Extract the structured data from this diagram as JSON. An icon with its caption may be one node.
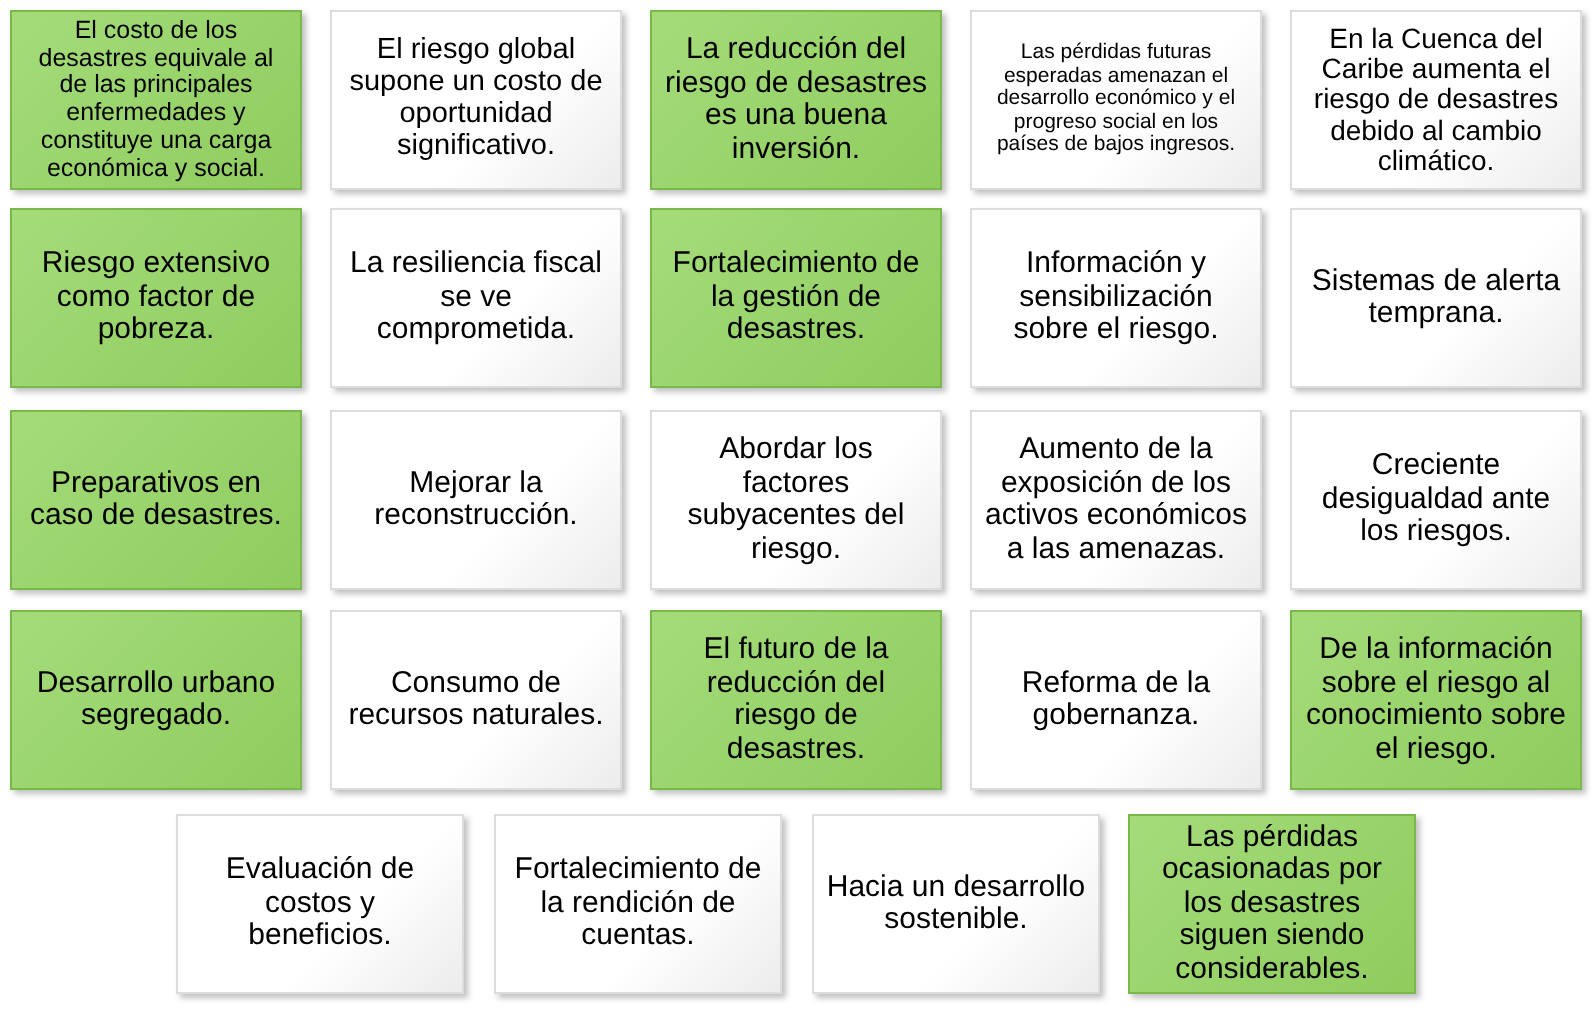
{
  "diagram": {
    "nodes": [
      {
        "text": [
          "El costo de los desastres equivale al de las principales enfermedades y constituye una carga económica y social."
        ]
      },
      {
        "text": [
          "El riesgo global supone un costo de oportunidad significativo."
        ]
      },
      {
        "text": [
          "La reducción del riesgo de desastres es una buena inversión."
        ]
      },
      {
        "text": [
          "Las pérdidas futuras esperadas amenazan el desarrollo económico y el progreso social en los países de bajos ingresos."
        ]
      },
      {
        "text": [
          "En la Cuenca del Caribe aumenta el riesgo de desastres debido al cambio climático."
        ]
      },
      {
        "text": [
          "Riesgo extensivo como factor de pobreza."
        ]
      },
      {
        "text": [
          "La resiliencia fiscal se ve comprometida."
        ]
      },
      {
        "text": [
          "Fortalecimiento de la gestión de desastres."
        ]
      },
      {
        "text": [
          "Información y sensibilización sobre el riesgo."
        ]
      },
      {
        "text": [
          "Sistemas de alerta temprana."
        ]
      },
      {
        "text": [
          "Preparativos en caso de desastres."
        ]
      },
      {
        "text": [
          "Mejorar la reconstrucción."
        ]
      },
      {
        "text": [
          "Abordar los factores subyacentes del riesgo."
        ]
      },
      {
        "text": [
          "Aumento de la exposición de los activos económicos a las amenazas."
        ]
      },
      {
        "text": [
          "Creciente desigualdad ante los riesgos."
        ]
      },
      {
        "text": [
          "Desarrollo urbano segregado."
        ]
      },
      {
        "text": [
          "Consumo de recursos naturales."
        ]
      },
      {
        "text": [
          "El futuro de la reducción del riesgo de desastres."
        ]
      },
      {
        "text": [
          "Reforma de la gobernanza."
        ]
      },
      {
        "text": [
          "De la información sobre el riesgo al conocimiento sobre el riesgo."
        ]
      },
      {
        "text": [
          "Evaluación de costos y beneficios."
        ]
      },
      {
        "text": [
          "Fortalecimiento de la rendición de cuentas."
        ]
      },
      {
        "text": [
          "Hacia un desarrollo sostenible."
        ]
      },
      {
        "text": [
          "Las pérdidas ocasionadas por los desastres siguen siendo considerables."
        ]
      }
    ]
  }
}
